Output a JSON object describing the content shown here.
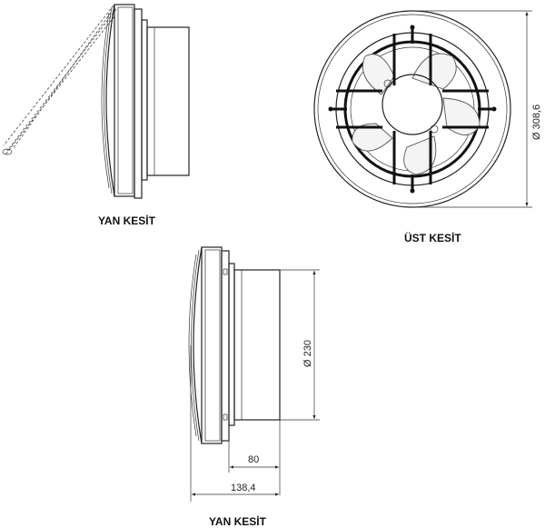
{
  "labels": {
    "side_view_top": "YAN KESİT",
    "top_view": "ÜST KESİT",
    "side_view_bottom": "YAN KESİT"
  },
  "dimensions": {
    "outer_diameter": "Ø 308,6",
    "duct_diameter": "Ø 230",
    "duct_length": "80",
    "total_depth": "138,4"
  }
}
